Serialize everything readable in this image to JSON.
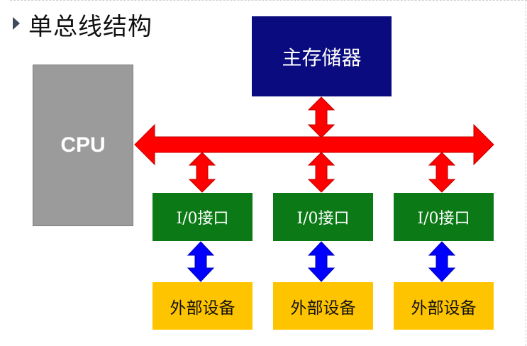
{
  "title": "单总线结构",
  "cpu": {
    "label": "CPU"
  },
  "memory": {
    "label": "主存储器"
  },
  "io_interfaces": [
    {
      "label": "I/0接口"
    },
    {
      "label": "I/0接口"
    },
    {
      "label": "I/0接口"
    }
  ],
  "devices": [
    {
      "label": "外部设备"
    },
    {
      "label": "外部设备"
    },
    {
      "label": "外部设备"
    }
  ],
  "colors": {
    "cpu": "#9b9b9b",
    "memory": "#0b0b80",
    "io": "#0b7a16",
    "device": "#ffc400",
    "bus_arrow": "#ff0000",
    "device_arrow": "#0000ff"
  }
}
